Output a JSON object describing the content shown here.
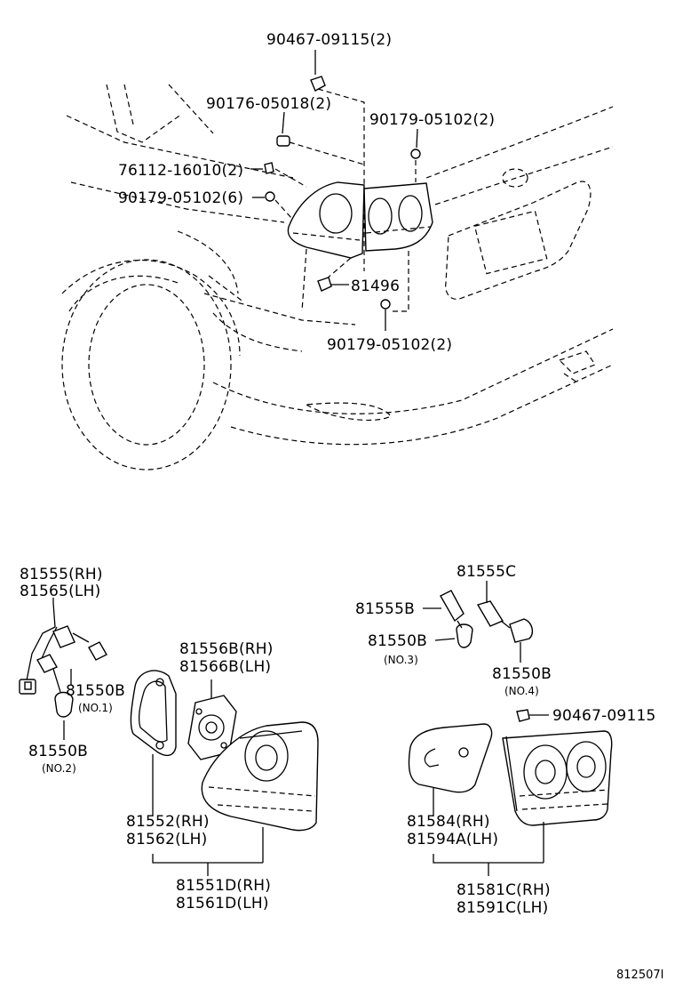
{
  "labels": {
    "p90467_top": "90467-09115(2)",
    "p90176": "90176-05018(2)",
    "p90179_a": "90179-05102(2)",
    "p76112": "76112-16010(2)",
    "p90179_b": "90179-05102(6)",
    "p81496": "81496",
    "p90179_c": "90179-05102(2)",
    "p81555_rh": "81555(RH)",
    "p81565_lh": "81565(LH)",
    "p81550b_a": "81550B",
    "no1": "(NO.1)",
    "p81550b_b": "81550B",
    "no2": "(NO.2)",
    "p81556b_rh": "81556B(RH)",
    "p81566b_lh": "81566B(LH)",
    "p81552_rh": "81552(RH)",
    "p81562_lh": "81562(LH)",
    "p81551d_rh": "81551D(RH)",
    "p81561d_lh": "81561D(LH)",
    "p81555c": "81555C",
    "p81555b": "81555B",
    "p81550b_c": "81550B",
    "no3": "(NO.3)",
    "p81550b_d": "81550B",
    "no4": "(NO.4)",
    "p90467_mid": "90467-09115",
    "p81584_rh": "81584(RH)",
    "p81594a_lh": "81594A(LH)",
    "p81581c_rh": "81581C(RH)",
    "p81591c_lh": "81591C(LH)"
  },
  "diagram_code": "812507I"
}
